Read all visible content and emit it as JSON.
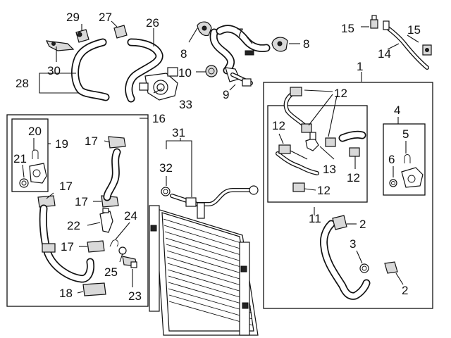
{
  "colors": {
    "ink": "#111111",
    "paper": "#ffffff",
    "shade": "#d9d9d9"
  },
  "callouts": {
    "c1": "1",
    "c2a": "2",
    "c2b": "2",
    "c3": "3",
    "c4": "4",
    "c5": "5",
    "c6": "6",
    "c7": "7",
    "c8a": "8",
    "c8b": "8",
    "c9": "9",
    "c10": "10",
    "c11": "11",
    "c12a": "12",
    "c12b": "12",
    "c12c": "12",
    "c12d": "12",
    "c13": "13",
    "c14": "14",
    "c15a": "15",
    "c15b": "15",
    "c16": "16",
    "c17a": "17",
    "c17b": "17",
    "c17c": "17",
    "c17d": "17",
    "c18": "18",
    "c19": "19",
    "c20": "20",
    "c21": "21",
    "c22": "22",
    "c23": "23",
    "c24": "24",
    "c25": "25",
    "c26": "26",
    "c27": "27",
    "c28": "28",
    "c29": "29",
    "c30": "30",
    "c31": "31",
    "c32": "32",
    "c33": "33"
  },
  "icons": {
    "radiator": "radiator-icon",
    "thermostat-housing": "thermostat-housing-icon",
    "hose": "coolant-hose-icon",
    "clamp": "hose-clamp-icon",
    "sensor": "temperature-sensor-icon",
    "o-ring": "o-ring-icon"
  }
}
